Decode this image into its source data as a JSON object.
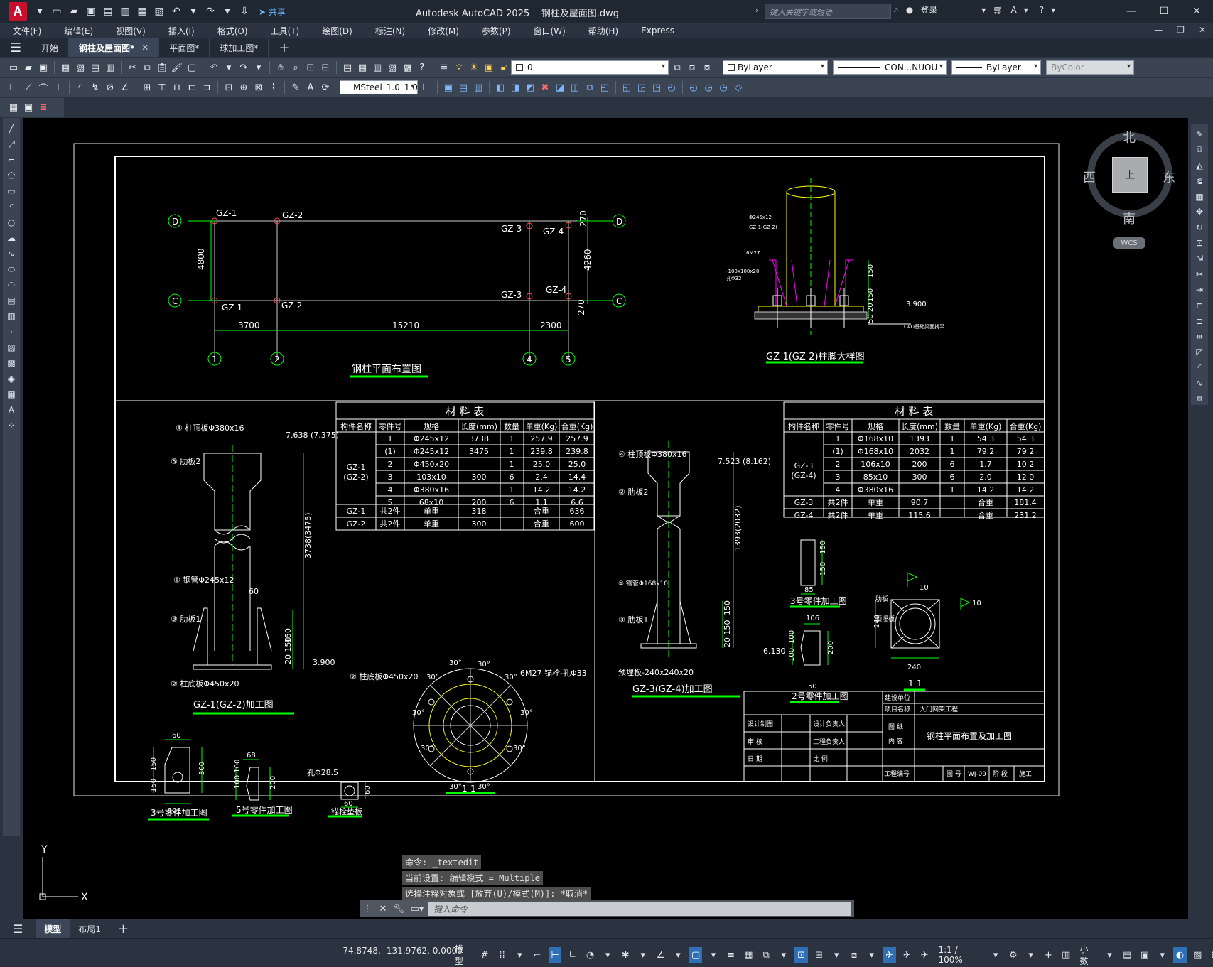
{
  "titlebar": {
    "app_letter": "A",
    "share": "共享",
    "title": "Autodesk AutoCAD 2025    钢柱及屋面图.dwg",
    "search_placeholder": "键入关键字或短语",
    "login": "登录"
  },
  "menu": [
    "文件(F)",
    "编辑(E)",
    "视图(V)",
    "插入(I)",
    "格式(O)",
    "工具(T)",
    "绘图(D)",
    "标注(N)",
    "修改(M)",
    "参数(P)",
    "窗口(W)",
    "帮助(H)",
    "Express"
  ],
  "tabs": [
    {
      "label": "开始"
    },
    {
      "label": "钢柱及屋面图*",
      "active": true
    },
    {
      "label": "平面图*"
    },
    {
      "label": "球加工图*"
    }
  ],
  "toolbar": {
    "layer_value": "0",
    "color_value": "ByLayer",
    "linetype_value": "CON...NUOU",
    "lineweight_value": "ByLayer",
    "plotstyle_value": "ByColor",
    "dimstyle_value": "MSteel_1.0_1.0"
  },
  "viewcube": {
    "north": "北",
    "south": "南",
    "east": "东",
    "west": "西",
    "face": "上",
    "wcs": "WCS"
  },
  "drawing": {
    "plan_title": "钢柱平面布置图",
    "detail_title": "GZ-1(GZ-2)柱脚大样图",
    "gz1_title": "GZ-1(GZ-2)加工图",
    "gz3_title": "GZ-3(GZ-4)加工图",
    "part3_title": "3号零件加工图",
    "part5_title": "5号零件加工图",
    "bolt_title": "锚栓垫板",
    "part3b_title": "3号零件加工图",
    "part2_title": "2号零件加工图",
    "section_title": "1-1",
    "table_title": "材 料 表",
    "table_headers": [
      "构件名称",
      "零件号",
      "规格",
      "长度(mm)",
      "数量",
      "单重(Kg)",
      "合重(Kg)"
    ],
    "table1_rows": [
      [
        "1",
        "Φ245x12",
        "3738",
        "1",
        "257.9",
        "257.9"
      ],
      [
        "(1)",
        "Φ245x12",
        "3475",
        "1",
        "239.8",
        "239.8"
      ],
      [
        "2",
        "Φ450x20",
        "",
        "1",
        "25.0",
        "25.0"
      ],
      [
        "3",
        "103x10",
        "300",
        "6",
        "2.4",
        "14.4"
      ],
      [
        "4",
        "Φ380x16",
        "",
        "1",
        "14.2",
        "14.2"
      ],
      [
        "5",
        "68x10",
        "200",
        "6",
        "1.1",
        "6.6"
      ]
    ],
    "table1_member": "GZ-1\n(GZ-2)",
    "table1_sum": [
      [
        "GZ-1",
        "共2件",
        "单重",
        "318",
        "合重",
        "636"
      ],
      [
        "GZ-2",
        "共2件",
        "单重",
        "300",
        "合重",
        "600"
      ]
    ],
    "table2_rows": [
      [
        "1",
        "Φ168x10",
        "1393",
        "1",
        "54.3",
        "54.3"
      ],
      [
        "(1)",
        "Φ168x10",
        "2032",
        "1",
        "79.2",
        "79.2"
      ],
      [
        "2",
        "106x10",
        "200",
        "6",
        "1.7",
        "10.2"
      ],
      [
        "3",
        "85x10",
        "300",
        "6",
        "2.0",
        "12.0"
      ],
      [
        "4",
        "Φ380x16",
        "",
        "1",
        "14.2",
        "14.2"
      ]
    ],
    "table2_member": "GZ-3\n(GZ-4)",
    "table2_sum": [
      [
        "GZ-3",
        "共2件",
        "单重",
        "90.7",
        "合重",
        "181.4"
      ],
      [
        "GZ-4",
        "共2件",
        "单重",
        "115.6",
        "合重",
        "231.2"
      ]
    ],
    "titleblock": {
      "build_unit": "建设单位",
      "project_name": "项目名称",
      "project_value": "大门网架工程",
      "design_draw": "设计制图",
      "design_lead": "设计负责人",
      "drawing_label": "图 纸",
      "content_label": "内 容",
      "drawing_content": "钢柱平面布置及加工图",
      "review": "审 核",
      "project_lead": "工程负责人",
      "date": "日 期",
      "scale": "比 例",
      "proj_no": "工程编号",
      "fig_no": "图 号",
      "fig_value": "WJ-09",
      "stage": "阶 段",
      "stage_value": "施工"
    }
  },
  "command": {
    "history": [
      "命令: _textedit",
      "当前设置: 编辑模式 = Multiple",
      "选择注释对象或 [放弃(U)/模式(M)]: *取消*"
    ],
    "placeholder": "键入命令"
  },
  "layout_tabs": [
    "模型",
    "布局1"
  ],
  "status": {
    "coords": "-74.8748, -131.9762, 0.0000",
    "model": "模型",
    "scale": "1:1 / 100%",
    "units": "小数"
  }
}
